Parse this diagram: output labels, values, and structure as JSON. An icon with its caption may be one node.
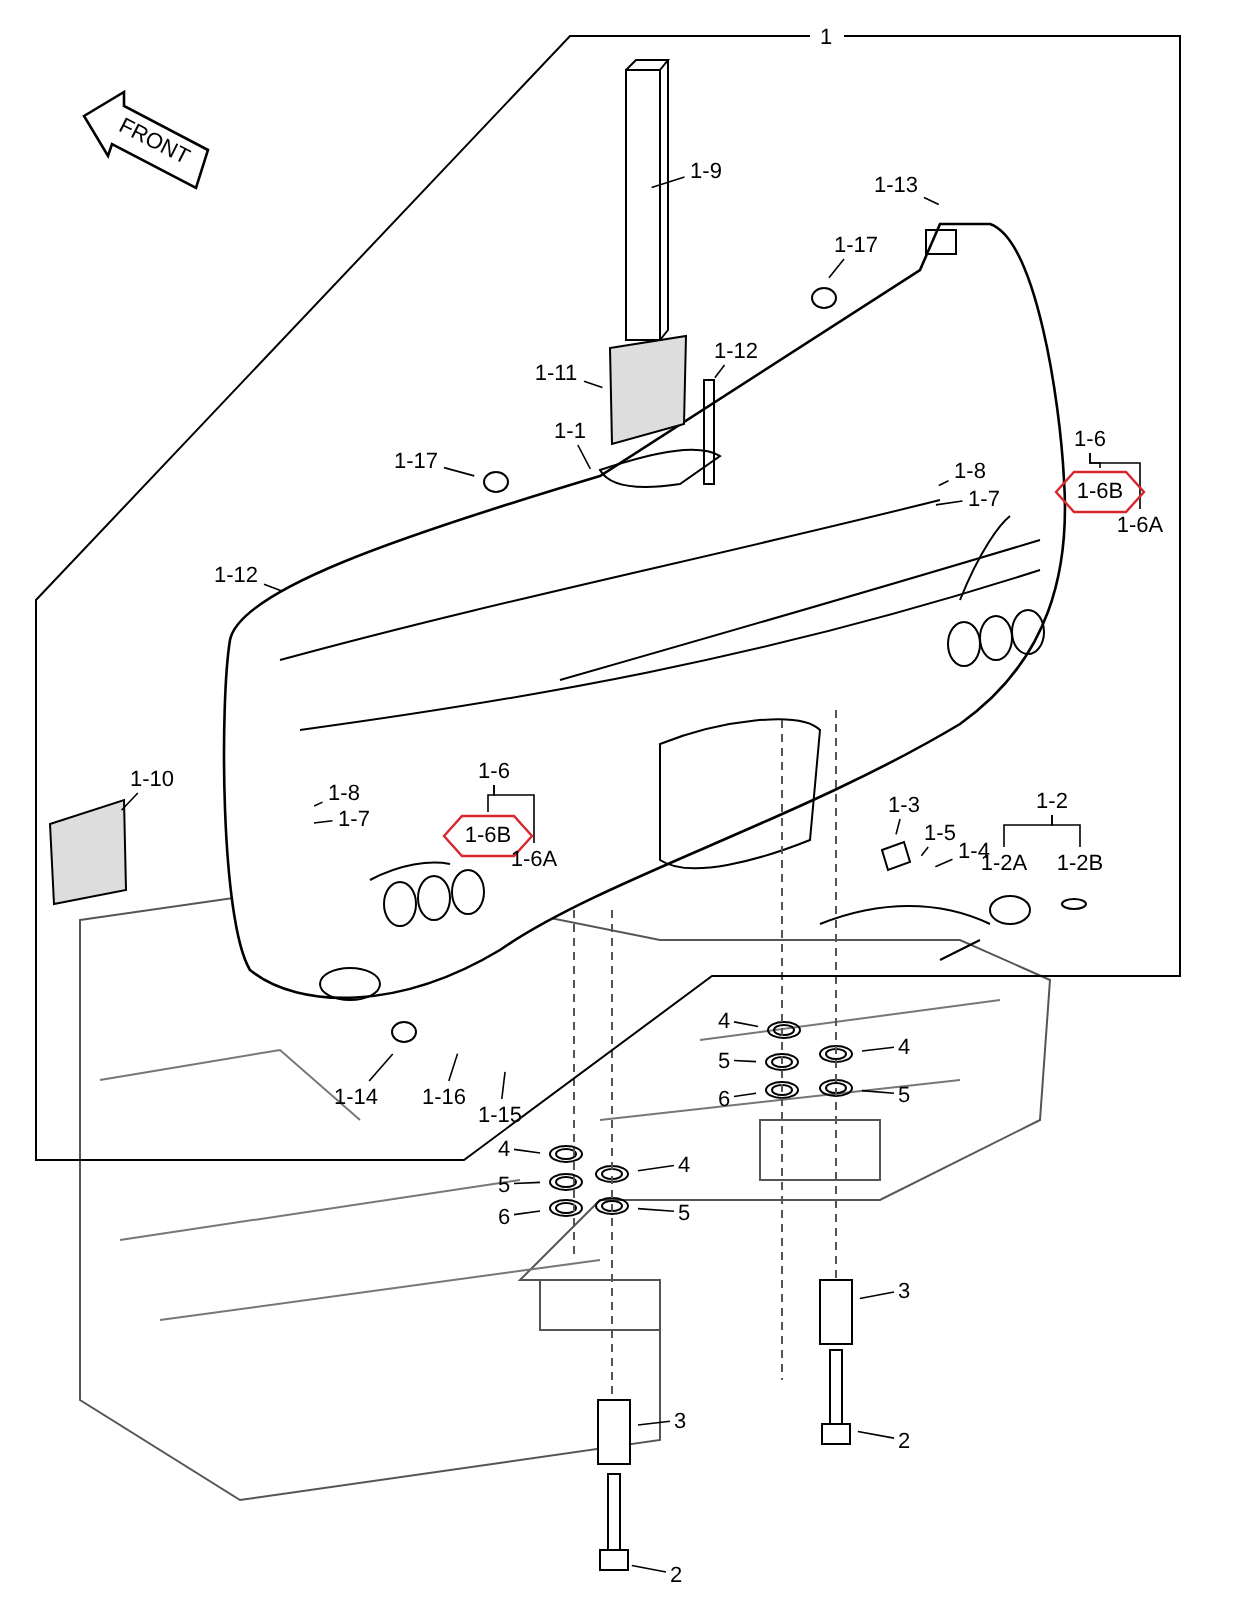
{
  "diagram": {
    "nodes": [
      {
        "text": [
          "1"
        ]
      },
      {
        "text": [
          "1-9"
        ]
      },
      {
        "text": [
          "1-13"
        ]
      },
      {
        "text": [
          "1-17"
        ]
      },
      {
        "text": [
          "1-12"
        ]
      },
      {
        "text": [
          "1-11"
        ]
      },
      {
        "text": [
          "1-1"
        ]
      },
      {
        "text": [
          "1-17"
        ]
      },
      {
        "text": [
          "1-8"
        ]
      },
      {
        "text": [
          "1-7"
        ]
      },
      {
        "text": [
          "1-6"
        ]
      },
      {
        "text": [
          "1-6B"
        ]
      },
      {
        "text": [
          "1-6A"
        ]
      },
      {
        "text": [
          "1-12"
        ]
      },
      {
        "text": [
          "1-10"
        ]
      },
      {
        "text": [
          "1-8"
        ]
      },
      {
        "text": [
          "1-7"
        ]
      },
      {
        "text": [
          "1-6"
        ]
      },
      {
        "text": [
          "1-6B"
        ]
      },
      {
        "text": [
          "1-6A"
        ]
      },
      {
        "text": [
          "1-3"
        ]
      },
      {
        "text": [
          "1-5"
        ]
      },
      {
        "text": [
          "1-4"
        ]
      },
      {
        "text": [
          "1-2"
        ]
      },
      {
        "text": [
          "1-2A"
        ]
      },
      {
        "text": [
          "1-2B"
        ]
      },
      {
        "text": [
          "4"
        ]
      },
      {
        "text": [
          "5"
        ]
      },
      {
        "text": [
          "6"
        ]
      },
      {
        "text": [
          "4"
        ]
      },
      {
        "text": [
          "5"
        ]
      },
      {
        "text": [
          "1-14"
        ]
      },
      {
        "text": [
          "1-16"
        ]
      },
      {
        "text": [
          "1-15"
        ]
      },
      {
        "text": [
          "4"
        ]
      },
      {
        "text": [
          "5"
        ]
      },
      {
        "text": [
          "6"
        ]
      },
      {
        "text": [
          "4"
        ]
      },
      {
        "text": [
          "5"
        ]
      },
      {
        "text": [
          "3"
        ]
      },
      {
        "text": [
          "2"
        ]
      },
      {
        "text": [
          "3"
        ]
      },
      {
        "text": [
          "2"
        ]
      }
    ],
    "edges": [
      {
        "from": 1,
        "to": null,
        "arrow": "none"
      },
      {
        "from": 2,
        "to": null,
        "arrow": "none"
      },
      {
        "from": 3,
        "to": null,
        "arrow": "none"
      },
      {
        "from": 4,
        "to": null,
        "arrow": "none"
      },
      {
        "from": 5,
        "to": null,
        "arrow": "none"
      },
      {
        "from": 6,
        "to": null,
        "arrow": "none"
      },
      {
        "from": 7,
        "to": null,
        "arrow": "none"
      },
      {
        "from": 8,
        "to": null,
        "arrow": "none"
      },
      {
        "from": 9,
        "to": null,
        "arrow": "none"
      },
      {
        "from": 10,
        "to": 11,
        "arrow": "none"
      },
      {
        "from": 10,
        "to": 12,
        "arrow": "none"
      },
      {
        "from": 13,
        "to": null,
        "arrow": "none"
      },
      {
        "from": 14,
        "to": null,
        "arrow": "none"
      },
      {
        "from": 15,
        "to": null,
        "arrow": "none"
      },
      {
        "from": 16,
        "to": null,
        "arrow": "none"
      },
      {
        "from": 17,
        "to": 18,
        "arrow": "none"
      },
      {
        "from": 17,
        "to": 19,
        "arrow": "none"
      },
      {
        "from": 20,
        "to": null,
        "arrow": "none"
      },
      {
        "from": 21,
        "to": null,
        "arrow": "none"
      },
      {
        "from": 22,
        "to": null,
        "arrow": "none"
      },
      {
        "from": 23,
        "to": 24,
        "arrow": "none"
      },
      {
        "from": 23,
        "to": 25,
        "arrow": "none"
      },
      {
        "from": 26,
        "to": null,
        "arrow": "none"
      },
      {
        "from": 27,
        "to": null,
        "arrow": "none"
      },
      {
        "from": 28,
        "to": null,
        "arrow": "none"
      },
      {
        "from": 29,
        "to": null,
        "arrow": "none"
      },
      {
        "from": 30,
        "to": null,
        "arrow": "none"
      },
      {
        "from": 31,
        "to": null,
        "arrow": "none"
      },
      {
        "from": 32,
        "to": null,
        "arrow": "none"
      },
      {
        "from": 33,
        "to": null,
        "arrow": "none"
      },
      {
        "from": 34,
        "to": null,
        "arrow": "none"
      },
      {
        "from": 35,
        "to": null,
        "arrow": "none"
      },
      {
        "from": 36,
        "to": null,
        "arrow": "none"
      },
      {
        "from": 37,
        "to": null,
        "arrow": "none"
      },
      {
        "from": 38,
        "to": null,
        "arrow": "none"
      },
      {
        "from": 39,
        "to": null,
        "arrow": "none"
      },
      {
        "from": 40,
        "to": null,
        "arrow": "none"
      },
      {
        "from": 41,
        "to": null,
        "arrow": "none"
      },
      {
        "from": 42,
        "to": null,
        "arrow": "none"
      }
    ],
    "labels": [
      "FRONT"
    ]
  }
}
